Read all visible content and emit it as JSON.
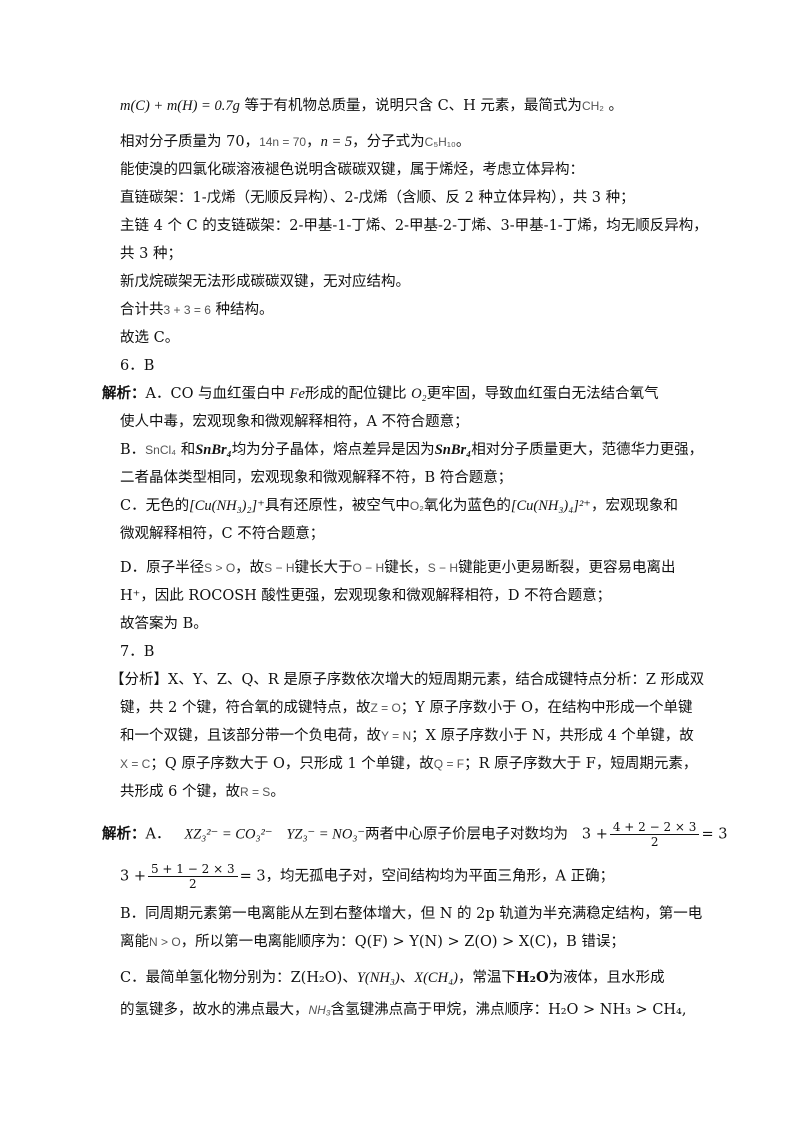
{
  "lines": {
    "l1_t1": "等于有机物总质量，说明只含 C、H 元素，最简式为",
    "l1_t2": "。",
    "l2_t1": "相对分子质量为 70，",
    "l2_t2": "，分子式为",
    "l2_t3": "。",
    "l3": "能使溴的四氯化碳溶液褪色说明含碳碳双键，属于烯烃，考虑立体异构：",
    "l4": "直链碳架：1-戊烯（无顺反异构）、2-戊烯（含顺、反 2 种立体异构），共 3 种；",
    "l5": "主链 4 个 C 的支链碳架：2-甲基-1-丁烯、2-甲基-2-丁烯、3-甲基-1-丁烯，均无顺反异构，",
    "l6": "共 3 种；",
    "l7": "新戊烷碳架无法形成碳碳双键，无对应结构。",
    "l8_t1": "合计共",
    "l8_t2": "种结构。",
    "l9": "故选 C。",
    "q6": "6．B",
    "l10_label": "解析：",
    "l10_t1": "A．CO 与血红蛋白中",
    "l10_t2": "形成的配位键比",
    "l10_t3": "更牢固，导致血红蛋白无法结合氧气",
    "l11": "使人中毒，宏观现象和微观解释相符，A 不符合题意；",
    "l12_t1": "B．",
    "l12_t2": "和",
    "l12_t3": "均为分子晶体，熔点差异是因为",
    "l12_t4": "相对分子质量更大，范德华力更强，",
    "l13": "二者晶体类型相同，宏观现象和微观解释不符，B 符合题意；",
    "l14_t1": "C．无色的",
    "l14_t2": "具有还原性，被空气中",
    "l14_t3": "氧化为蓝色的",
    "l14_t4": "，宏观现象和",
    "l15": "微观解释相符，C 不符合题意；",
    "l16_t1": "D．原子半径",
    "l16_t2": "，故",
    "l16_t3": "键长大于",
    "l16_t4": "键长，",
    "l16_t5": "键能更小更易断裂，更容易电离出",
    "l17_t1": "，因此 ROCOSH 酸性更强，宏观现象和微观解释相符，D 不符合题意；",
    "l18": "故答案为 B。",
    "q7": "7．B",
    "l19_t1": "【分析】X、Y、Z、Q、R 是原子序数依次增大的短周期元素，结合成键特点分析：Z 形成双",
    "l20_t1": "键，共 2 个键，符合氧的成键特点，故",
    "l20_t2": "；Y 原子序数小于 O，在结构中形成一个单键",
    "l21_t1": "和一个双键，且该部分带一个负电荷，故",
    "l21_t2": "；X 原子序数小于 N，共形成 4 个单键，故",
    "l22_t1": "；Q 原子序数大于 O，只形成 1 个单键，故",
    "l22_t2": "；R 原子序数大于 F，短周期元素，",
    "l23_t1": "共形成 6 个键，故",
    "l23_t2": "。",
    "l24_label": "解析：",
    "l24_t1": "A．",
    "l24_t2": "两者中心原子价层电子对数均为",
    "l25_t1": "，均无孤电子对，空间结构均为平面三角形，A 正确；",
    "l26": "B．同周期元素第一电离能从左到右整体增大，但 N 的 2p 轨道为半充满稳定结构，第一电",
    "l27_t1": "离能",
    "l27_t2": "，所以第一电离能顺序为：",
    "l27_t3": "，B 错误；",
    "l28_t1": "C．最简单氢化物分别为：",
    "l28_t2": "、",
    "l28_t3": "、",
    "l28_t4": "，常温下",
    "l28_t5": "为液体，且水形成",
    "l29_t1": "的氢键多，故水的沸点最大，",
    "l29_t2": "含氢键沸点高于甲烷，沸点顺序："
  },
  "math": {
    "m1": "m(C) + m(H) = 0.7g",
    "m2": "CH₂",
    "m3": "14n = 70",
    "m4": "n = 5",
    "m5": "C₅H₁₀",
    "m6": "3 + 3 = 6",
    "m7": "Fe",
    "m8": "O₂",
    "m9": "SnCl₄",
    "m10": "SnBr₄",
    "m11": "SnBr₄",
    "m12": "[Cu(NH₃)₂]⁺",
    "m13": "O₂",
    "m14": "[Cu(NH₃)₄]²⁺",
    "m15": "S > O",
    "m16": "S − H",
    "m17": "O − H",
    "m18": "S − H",
    "m19": "H⁺",
    "m20": "Z = O",
    "m21": "Y = N",
    "m22": "X = C",
    "m23": "Q = F",
    "m24": "R = S",
    "m25": "XZ₃²⁻ = CO₃²⁻",
    "m26": "YZ₃⁻ = NO₃⁻",
    "m27_pre": "3 +",
    "m27_num": "4 + 2 − 2 × 3",
    "m27_den": "2",
    "m27_post": "= 3",
    "m28_pre": "3 +",
    "m28_num": "5 + 1 − 2 × 3",
    "m28_den": "2",
    "m28_post": "= 3",
    "m29": "N > O",
    "m30": "Q(F) > Y(N) > Z(O) > X(C)",
    "m31": "Z(H₂O)",
    "m32": "Y(NH₃)",
    "m33": "X(CH₄)",
    "m34": "H₂O",
    "m35": "NH₃",
    "m36": "H₂O > NH₃ > CH₄,"
  }
}
